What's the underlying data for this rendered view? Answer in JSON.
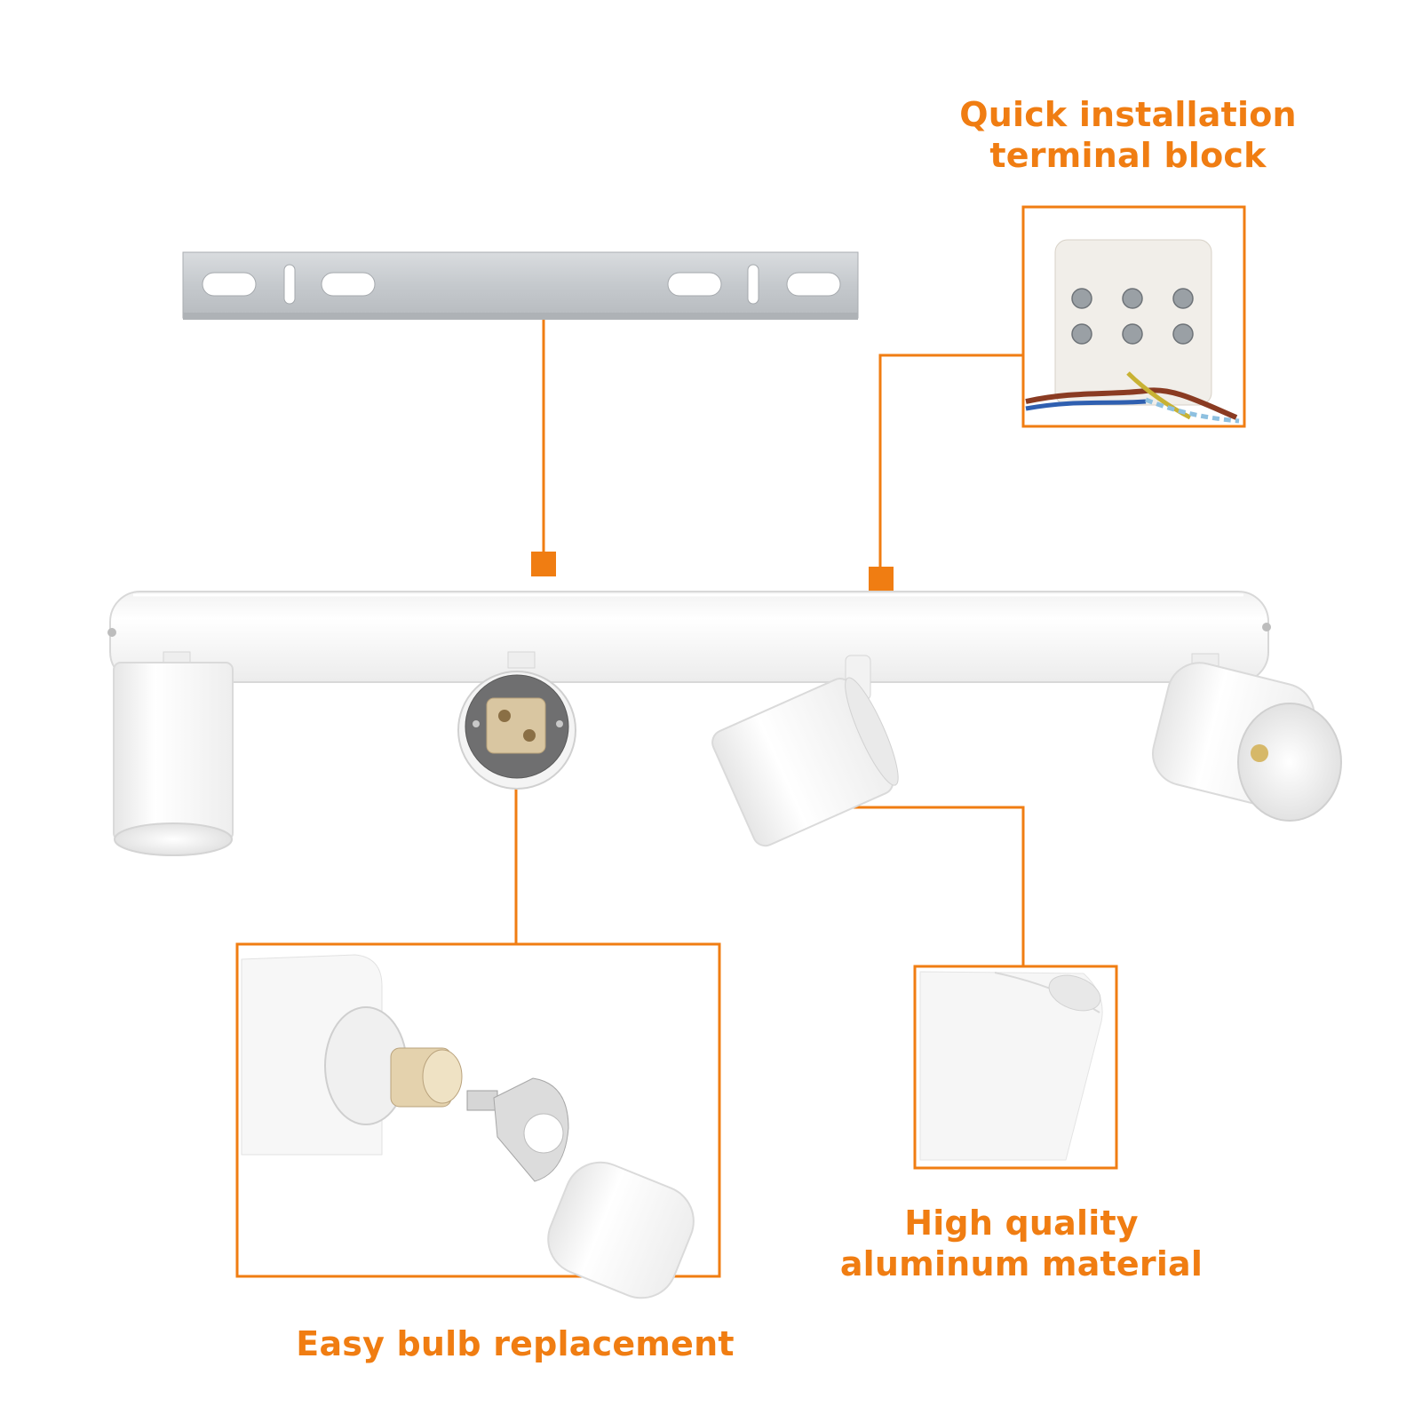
{
  "colors": {
    "accent": "#F07D12",
    "white_metal": "#FFFFFF",
    "bracket_steel": "#C9CDD2"
  },
  "callouts": {
    "terminal_block": {
      "line1": "Quick installation",
      "line2": "terminal block",
      "icon": "terminal-block-photo"
    },
    "bulb": {
      "text": "Easy bulb replacement",
      "icon": "bulb-replacement-photo"
    },
    "material": {
      "line1": "High quality",
      "line2": "aluminum material",
      "icon": "spotlight-closeup-photo"
    }
  },
  "product": {
    "components": [
      "mounting-bracket",
      "spotlight-bar",
      "spotlight-head",
      "gu10-socket"
    ]
  }
}
